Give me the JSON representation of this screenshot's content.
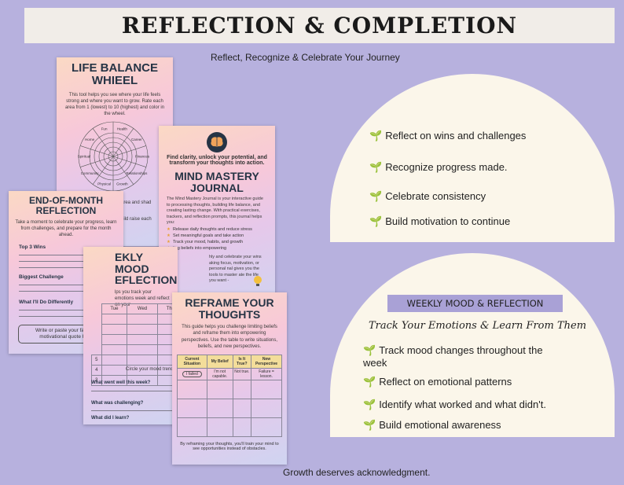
{
  "header": {
    "title": "REFLECTION & COMPLETION",
    "subtitle": "Reflect, Recognize & Celebrate Your Journey"
  },
  "footer": "Growth deserves acknowledgment.",
  "pages": {
    "life_balance": {
      "title_1": "LIFE BALANCE",
      "title_2": "WHIEEL",
      "text": "This tool helps you see where your life feels strong and where you want to grow. Rate each area from 1 (lowest) to 10 (highest) and color in the wheel.",
      "wheel_labels": [
        "Health",
        "Career",
        "Finances",
        "Relationships",
        "Growth",
        "Physical",
        "Community",
        "Spiritual",
        "Home",
        "Fun"
      ],
      "tail_1": "area and shad",
      "tail_2": "uild raise each"
    },
    "mind_mastery": {
      "lead": "Find clarity, unlock your potential, and transform your thoughts into action.",
      "title_1": "MIND MASTERY",
      "title_2": "JOURNAL",
      "text": "The Mind Mastery Journal is your interactive guide to processing thoughts, building life balance, and creating lasting change. With practical exercises, trackers, and reflection prompts, this journal helps you:",
      "bullets": [
        "Release daily thoughts and reduce stress",
        "Set meaningful goals and take action",
        "Track your mood, habits, and growth",
        "ting beliefs into empowering"
      ],
      "more": "hly and celebrate your wins aking focus, motivation, or personal nal gives you the tools to master ate the life you want -"
    },
    "end_of_month": {
      "title_1": "END-OF-MONTH",
      "title_2": "REFLECTION",
      "text": "Take a moment to celebrate your progress, learn from challenges, and prepare for the month ahead.",
      "label_1": "Top 3 Wins",
      "label_2": "Biggest Challenge",
      "label_3": "What I'll Do Differently",
      "quote": "Write or paste your favorite motivational quote here"
    },
    "weekly_mood": {
      "title_1": "EKLY MOOD",
      "title_2": "EFLECTION",
      "text": "lps you track your emotions week and reflect on your",
      "days": [
        "Tue",
        "Wed",
        "Thu"
      ],
      "rows": [
        "5",
        "4",
        "3"
      ],
      "circle_text": "Circle your mood trenc",
      "q1": "What went well this week?",
      "q2": "What was challenging?",
      "q3": "What did I learn?"
    },
    "reframe": {
      "title_1": "REFRAME YOUR",
      "title_2": "THOUGHTS",
      "text": "This guide helps you challenge limiting beliefs and reframe them into empowering perspectives. Use the table to write situations, beliefs, and new perspectives.",
      "headers": [
        "Current Situation",
        "My Belief",
        "Is It True?",
        "New Perspective"
      ],
      "example": [
        "I failed",
        "I'm not capable.",
        "Not true.",
        "Failure = lesson."
      ],
      "footer_text": "By reframing your thoughts, you'll train your mind to see opportunities instead of obstacles."
    }
  },
  "arch_top": {
    "bullets": [
      "Reflect on wins and challenges",
      "Recognize progress made.",
      "Celebrate consistency",
      "Build motivation to continue"
    ]
  },
  "arch_bottom": {
    "banner": "WEEKLY MOOD & REFLECTION",
    "tagline": "Track Your Emotions & Learn From Them",
    "bullet_1_a": "Track mood changes throughout the",
    "bullet_1_b": "week",
    "bullets": [
      "Reflect on emotional patterns",
      "Identify what worked and what didn't.",
      "Build emotional awareness"
    ]
  },
  "icons": {
    "sprout": "sprout-icon",
    "brain": "brain-icon",
    "bulb": "lightbulb-icon"
  },
  "colors": {
    "background": "#b7b1de",
    "arch": "#fbf6ea",
    "banner": "#a9a1d6",
    "sprout": "#5a9a37"
  }
}
